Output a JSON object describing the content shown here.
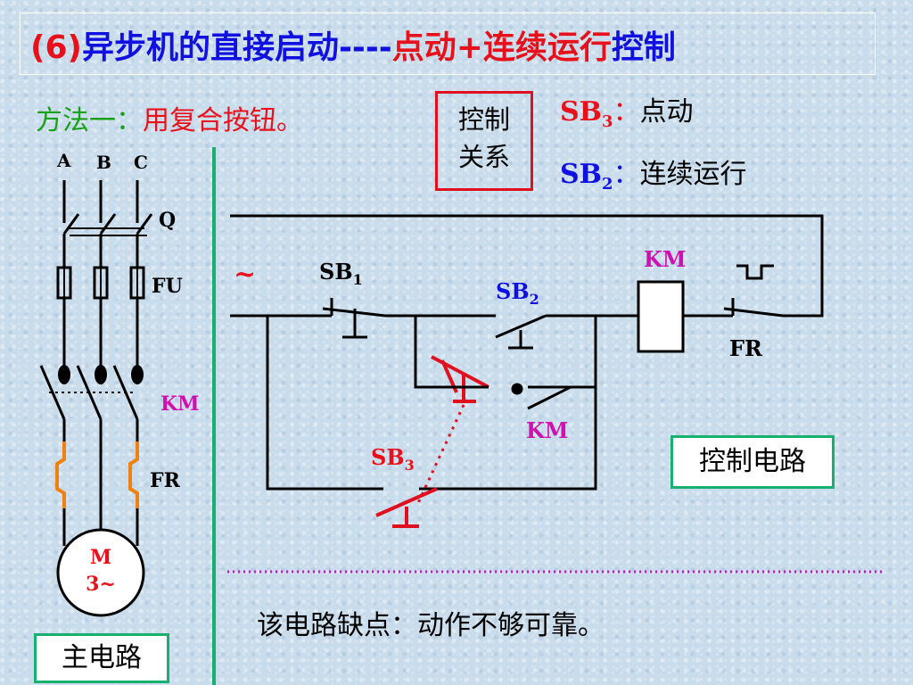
{
  "title": {
    "number": "(6)",
    "main": "异步机的直接启动",
    "dashes": "----",
    "sub_red": "点动+连续运行",
    "sub_blue": "控制"
  },
  "method": {
    "prefix": "方法一：",
    "text": "用复合按钮。"
  },
  "control_relation": {
    "line1": "控制",
    "line2": "关系"
  },
  "button_notes": [
    {
      "code": "SB",
      "sub": "3",
      "sep": "：",
      "desc": "点动"
    },
    {
      "code": "SB",
      "sub": "2",
      "sep": "：",
      "desc": "连续运行"
    }
  ],
  "main_circuit": {
    "phase_a": "A",
    "phase_b": "B",
    "phase_c": "C",
    "switch": "Q",
    "fuse": "FU",
    "contactor": "KM",
    "thermal_relay": "FR",
    "motor_line1": "M",
    "motor_line2": "3~",
    "caption": "主电路"
  },
  "control_circuit": {
    "ac_symbol": "~",
    "sb1": "SB",
    "sb1_sub": "1",
    "sb2": "SB",
    "sb2_sub": "2",
    "sb3": "SB",
    "sb3_sub": "3",
    "coil": "KM",
    "aux_contact": "KM",
    "fr_contact": "FR",
    "caption": "控制电路"
  },
  "note": "该电路缺点：动作不够可靠。",
  "colors": {
    "background": "#c9dceb",
    "title_blue": "#1010e0",
    "title_red": "#e8101a",
    "divider_teal": "#18b070",
    "dotted_magenta": "#d010d0",
    "fuse_orange": "#f08010"
  }
}
